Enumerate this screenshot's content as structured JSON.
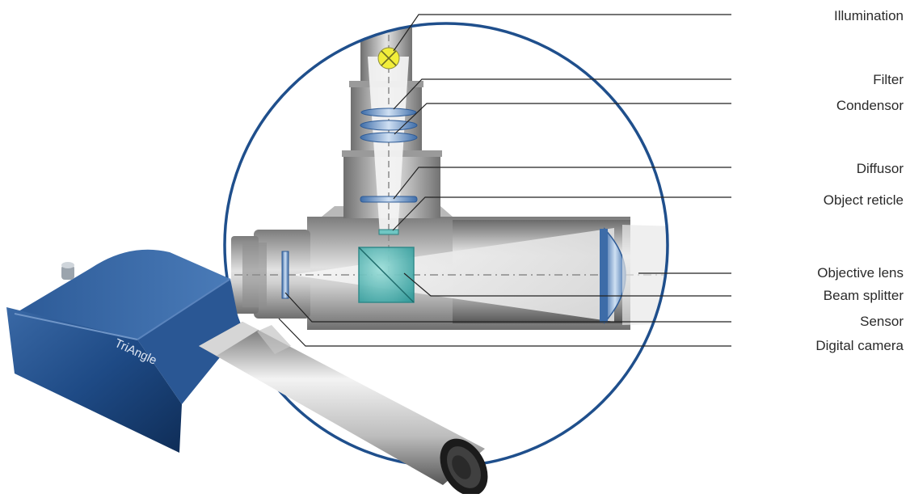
{
  "diagram": {
    "camera_brand": "TriAngle",
    "components": [
      {
        "id": "illumination",
        "label": "Illumination"
      },
      {
        "id": "filter",
        "label": "Filter"
      },
      {
        "id": "condensor",
        "label": "Condensor"
      },
      {
        "id": "diffusor",
        "label": "Diffusor"
      },
      {
        "id": "object-reticle",
        "label": "Object reticle"
      },
      {
        "id": "objective-lens",
        "label": "Objective lens"
      },
      {
        "id": "beam-splitter",
        "label": "Beam splitter"
      },
      {
        "id": "sensor",
        "label": "Sensor"
      },
      {
        "id": "digital-camera",
        "label": "Digital camera"
      }
    ],
    "colors": {
      "circle_border": "#1f4f8c",
      "camera_body": "#1e4a85",
      "lens_blue": "#4f7fb8",
      "beam_splitter": "#3fa8a8",
      "bulb": "#f2ee3a",
      "leader_line": "#222222"
    }
  }
}
